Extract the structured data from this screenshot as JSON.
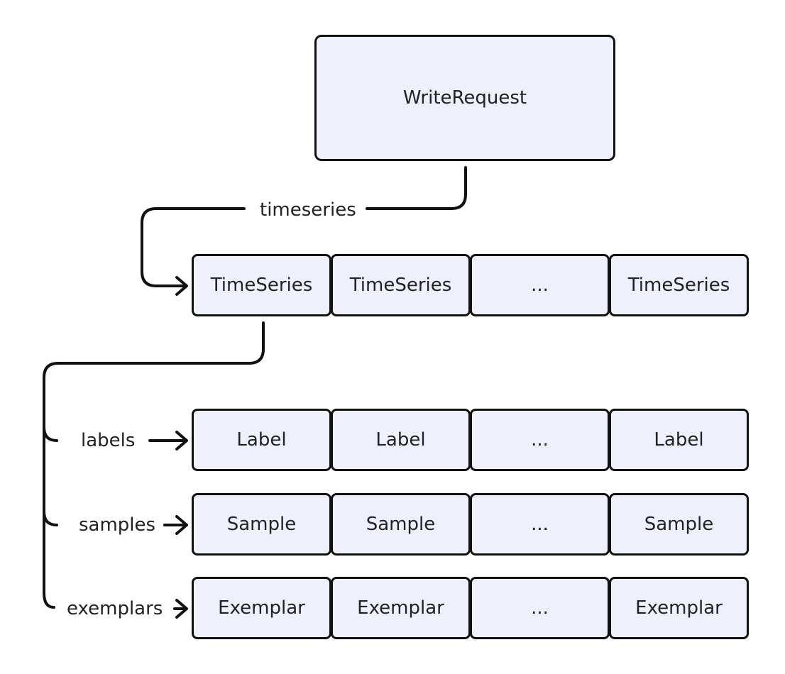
{
  "root": {
    "label": "WriteRequest"
  },
  "edges": {
    "timeseries": "timeseries",
    "labels": "labels",
    "samples": "samples",
    "exemplars": "exemplars"
  },
  "rows": {
    "timeseries": [
      "TimeSeries",
      "TimeSeries",
      "...",
      "TimeSeries"
    ],
    "labels": [
      "Label",
      "Label",
      "...",
      "Label"
    ],
    "samples": [
      "Sample",
      "Sample",
      "...",
      "Sample"
    ],
    "exemplars": [
      "Exemplar",
      "Exemplar",
      "...",
      "Exemplar"
    ]
  },
  "colors": {
    "box_fill": "#eef1fb",
    "stroke": "#111111",
    "text": "#222222"
  }
}
